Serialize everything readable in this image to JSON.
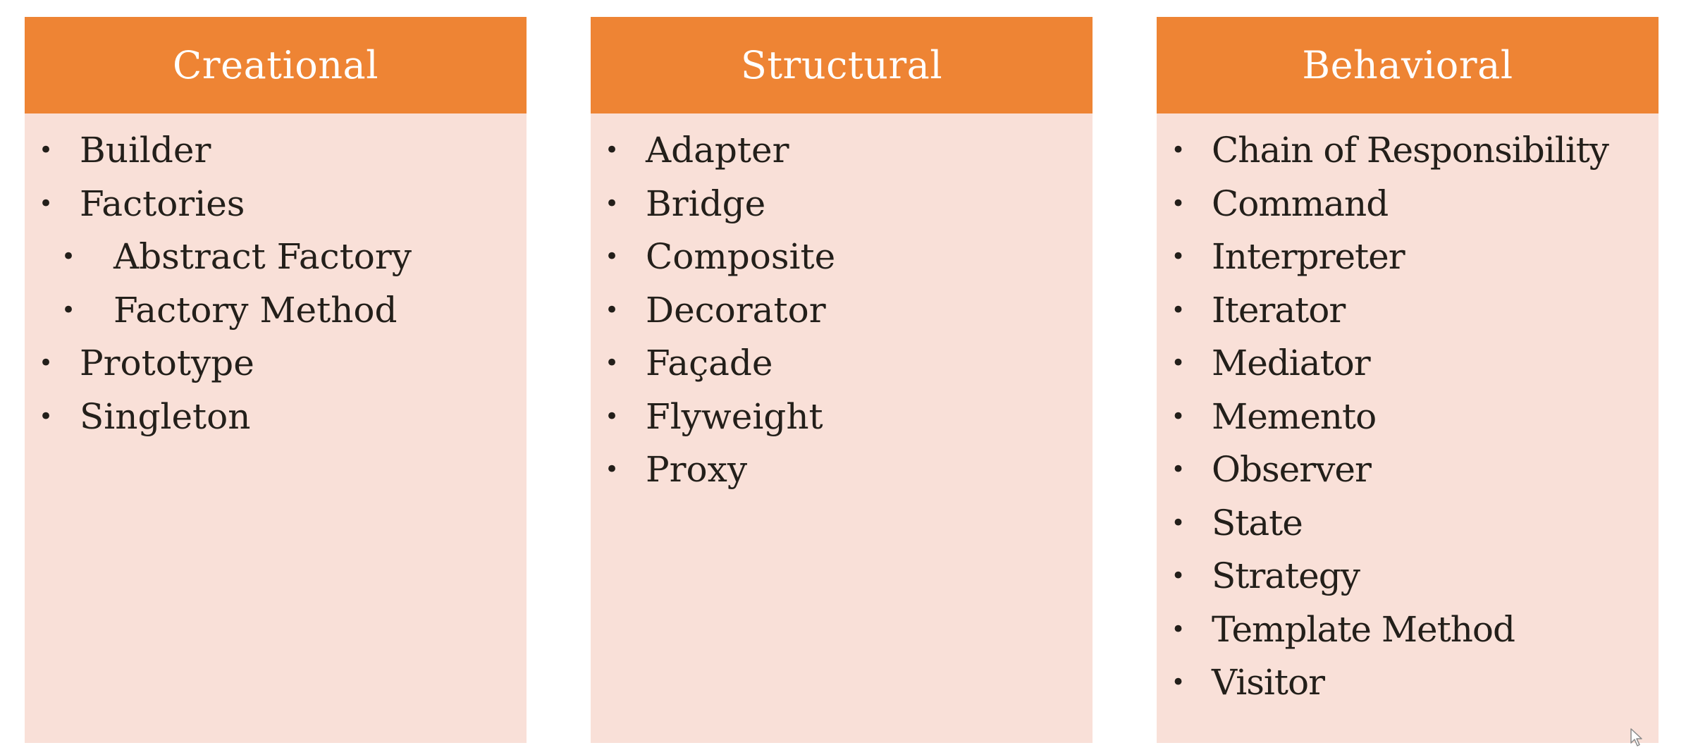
{
  "columns": [
    {
      "title": "Creational",
      "items": [
        {
          "label": "Builder",
          "level": 1
        },
        {
          "label": "Factories",
          "level": 1
        },
        {
          "label": "Abstract Factory",
          "level": 2
        },
        {
          "label": "Factory Method",
          "level": 2
        },
        {
          "label": "Prototype",
          "level": 1
        },
        {
          "label": "Singleton",
          "level": 1
        }
      ]
    },
    {
      "title": "Structural",
      "items": [
        {
          "label": "Adapter",
          "level": 1
        },
        {
          "label": "Bridge",
          "level": 1
        },
        {
          "label": "Composite",
          "level": 1
        },
        {
          "label": "Decorator",
          "level": 1
        },
        {
          "label": "Façade",
          "level": 1
        },
        {
          "label": "Flyweight",
          "level": 1
        },
        {
          "label": "Proxy",
          "level": 1
        }
      ]
    },
    {
      "title": "Behavioral",
      "items": [
        {
          "label": "Chain of Responsibility",
          "level": 1
        },
        {
          "label": "Command",
          "level": 1
        },
        {
          "label": "Interpreter",
          "level": 1
        },
        {
          "label": "Iterator",
          "level": 1
        },
        {
          "label": "Mediator",
          "level": 1
        },
        {
          "label": "Memento",
          "level": 1
        },
        {
          "label": "Observer",
          "level": 1
        },
        {
          "label": "State",
          "level": 1
        },
        {
          "label": "Strategy",
          "level": 1
        },
        {
          "label": "Template Method",
          "level": 1
        },
        {
          "label": "Visitor",
          "level": 1
        }
      ]
    }
  ],
  "bullet_glyph": "•",
  "colors": {
    "header_background": "#ee8434",
    "header_text": "#ffffff",
    "column_background": "#f9e0d8",
    "item_text": "#231f1a"
  },
  "icons": {
    "cursor": "mouse-pointer-icon"
  }
}
